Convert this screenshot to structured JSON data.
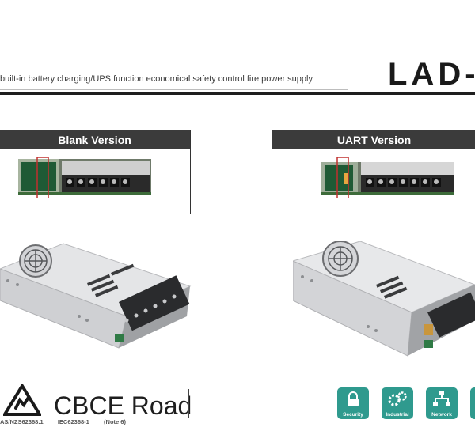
{
  "header": {
    "subtitle": "built-in battery charging/UPS function economical safety control fire power supply",
    "title": "LAD-("
  },
  "versions": [
    {
      "label": "Blank Version"
    },
    {
      "label": "UART Version"
    }
  ],
  "footer": {
    "brand_text": "CBCE Road",
    "certs": [
      "AS/NZS62368.1",
      "IEC62368-1",
      "(Note 6)"
    ],
    "badges": [
      "Security",
      "Industrial",
      "Network"
    ],
    "badge_color": "#2f9a8e"
  }
}
